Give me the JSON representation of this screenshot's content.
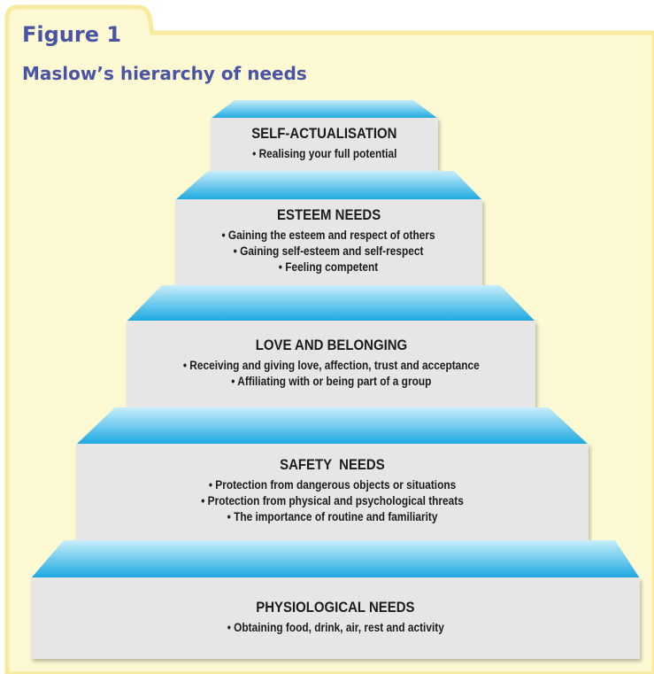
{
  "figure": {
    "label": "Figure 1",
    "title": "Maslow’s hierarchy of needs"
  },
  "colors": {
    "panel_fill": "#fdf9d3",
    "panel_border": "#f6eb9e",
    "label_text": "#4a54a4",
    "step_face": "#e6e6e6",
    "step_top_light": "#c8eefb",
    "step_top_dark": "#1aa7e0",
    "text": "#1b1b1b"
  },
  "tiers": [
    {
      "heading": "SELF-ACTUALISATION",
      "items": [
        "• Realising your full potential"
      ]
    },
    {
      "heading": "ESTEEM NEEDS",
      "items": [
        "• Gaining the esteem and respect of others",
        "• Gaining self-esteem and self-respect",
        "• Feeling competent"
      ]
    },
    {
      "heading": "LOVE AND BELONGING",
      "items": [
        "• Receiving and giving love, affection, trust and acceptance",
        "• Affiliating with or being part of a group"
      ]
    },
    {
      "heading": "SAFETY  NEEDS",
      "items": [
        "• Protection from dangerous objects or situations",
        "• Protection from physical and psychological threats",
        "• The importance of routine and familiarity"
      ]
    },
    {
      "heading": "PHYSIOLOGICAL NEEDS",
      "items": [
        "• Obtaining food, drink, air, rest and activity"
      ]
    }
  ]
}
